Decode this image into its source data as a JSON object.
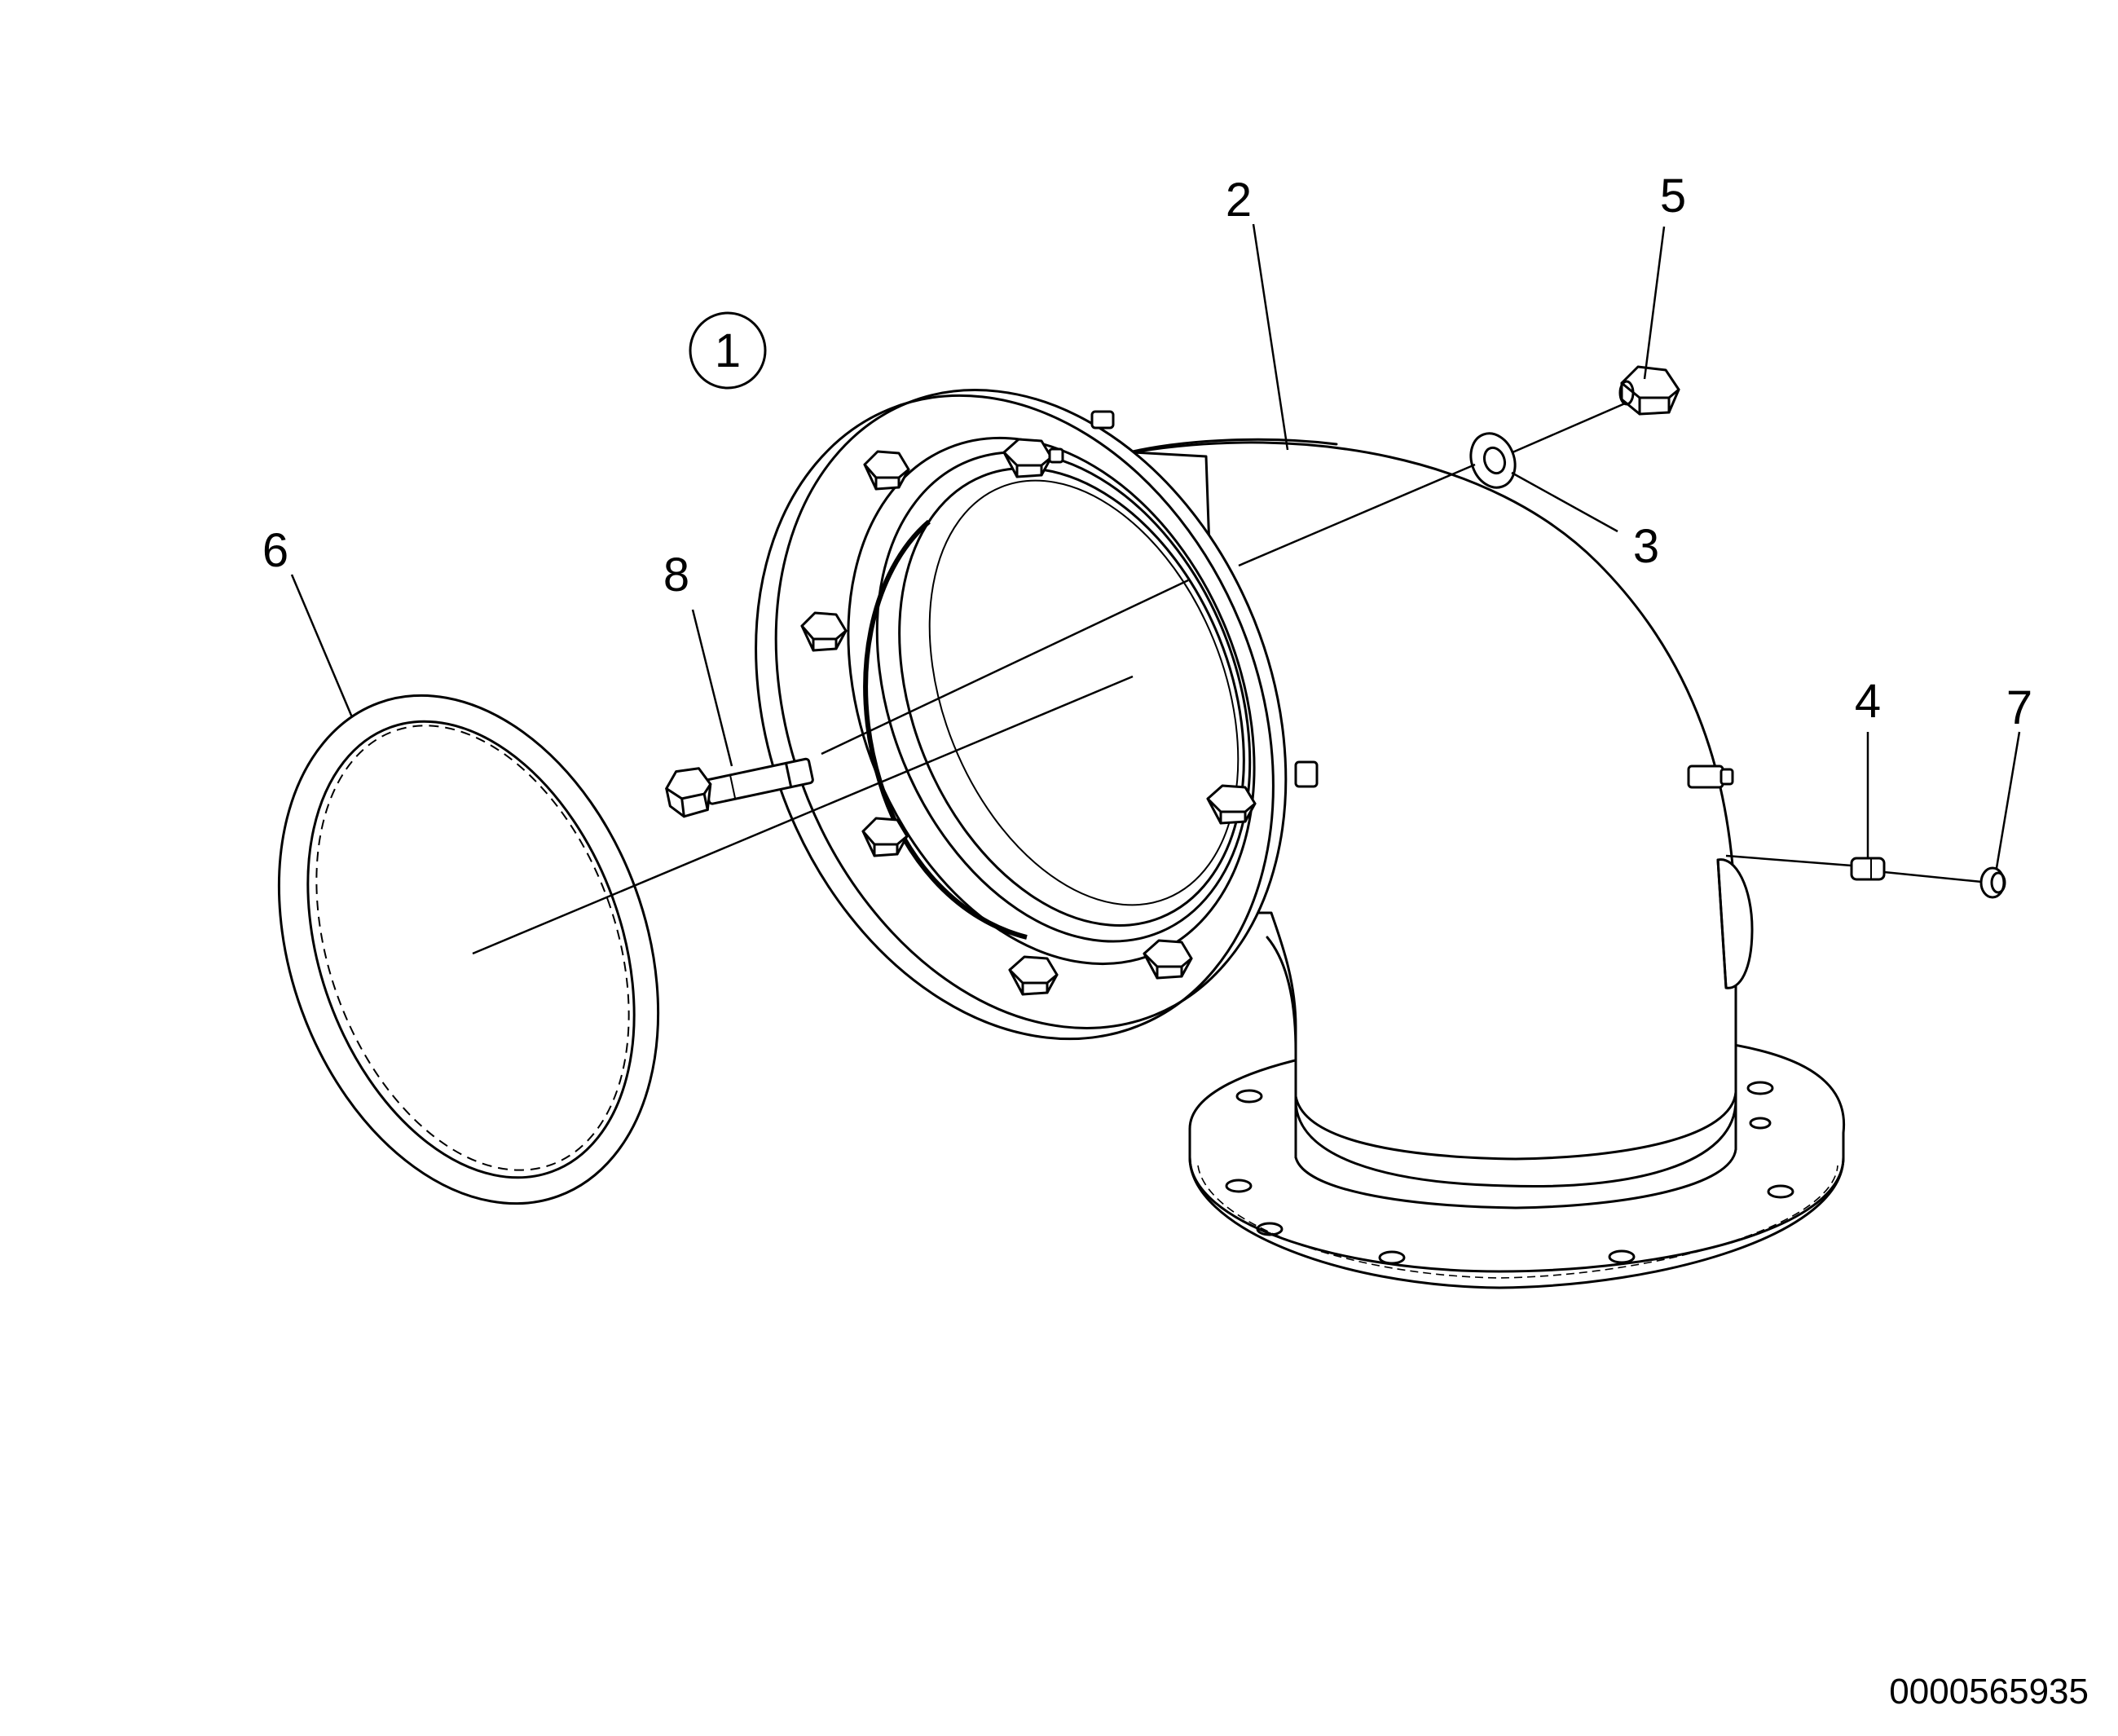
{
  "diagram": {
    "assembly_marker": "1",
    "callouts": {
      "elbow": "2",
      "washer": "3",
      "fitting": "4",
      "nut": "5",
      "gasket": "6",
      "cap": "7",
      "bolt": "8"
    },
    "document_id": "0000565935"
  }
}
